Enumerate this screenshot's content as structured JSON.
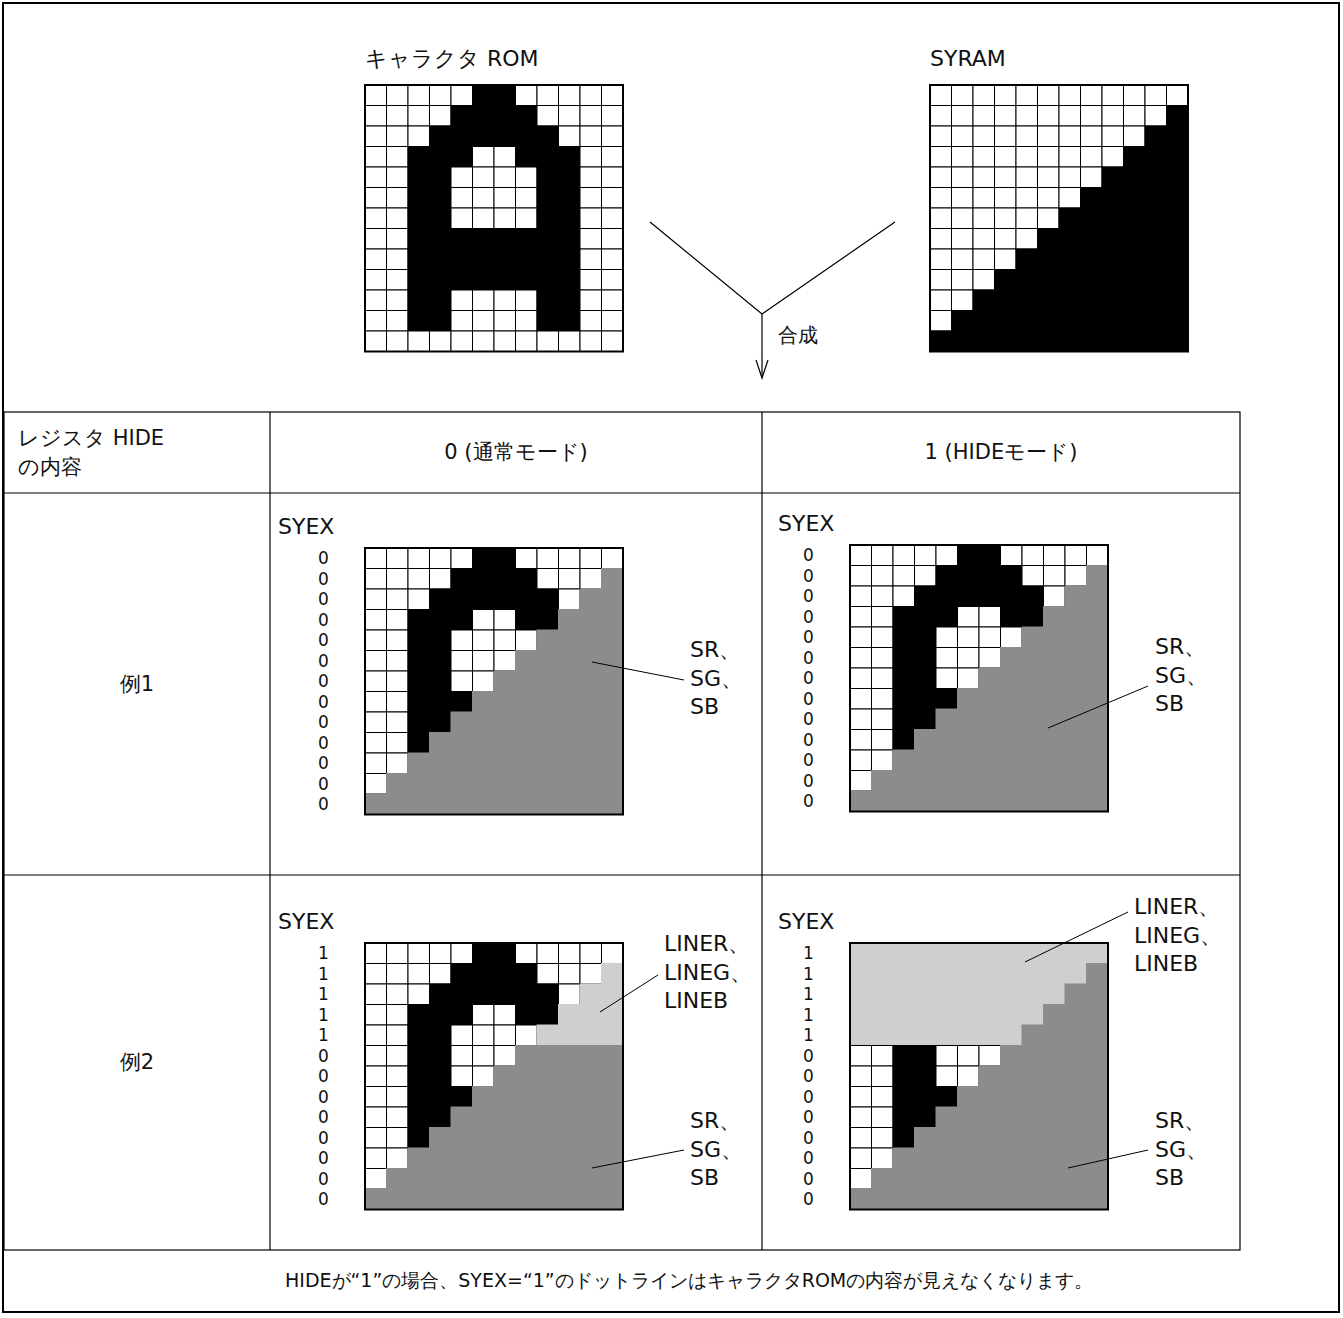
{
  "diagram": {
    "nodes": [
      {
        "text": [
          "レジスタ HIDE の内容"
        ]
      },
      {
        "text": [
          "0 (通常モード)"
        ]
      },
      {
        "text": [
          "1 (HIDEモード)"
        ]
      },
      {
        "text": [
          "例1"
        ]
      },
      {
        "text": [
          "例2"
        ]
      }
    ],
    "labels": [
      "キャラクタ ROM",
      "SYRAM",
      "合成",
      "SYEX",
      "0 0 0 0 0 0 0 0 0 0 0 0 0",
      "SR、 SG、 SB",
      "SYEX",
      "0 0 0 0 0 0 0 0 0 0 0 0 0",
      "SR、 SG、 SB",
      "SYEX",
      "1 1 1 1 1 0 0 0 0 0 0 0 0",
      "LINER、 LINEG、 LINEB",
      "SR、 SG、 SB",
      "SYEX",
      "1 1 1 1 1 0 0 0 0 0 0 0 0",
      "LINER、 LINEG、 LINEB",
      "SR、 SG、 SB",
      "HIDEが“1”の場合、SYEX=“1”のドットラインはキャラクタROMの内容が見えなくなります。"
    ]
  }
}
